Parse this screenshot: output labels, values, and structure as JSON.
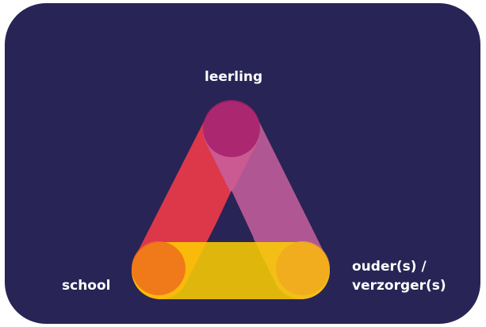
{
  "diagram": {
    "nodes": {
      "top": {
        "label": "leerling"
      },
      "left": {
        "label": "school"
      },
      "right": {
        "label_line1": "ouder(s) /",
        "label_line2": "verzorger(s)"
      }
    },
    "colors": {
      "background": "#282455",
      "school_arm": "#e63a4a",
      "leerling_arm": "#c8609f",
      "base_arm": "#ffd100",
      "top_overlap": "#a6206a",
      "left_overlap": "#ee6a1e",
      "right_overlap": "#f0a920"
    }
  }
}
